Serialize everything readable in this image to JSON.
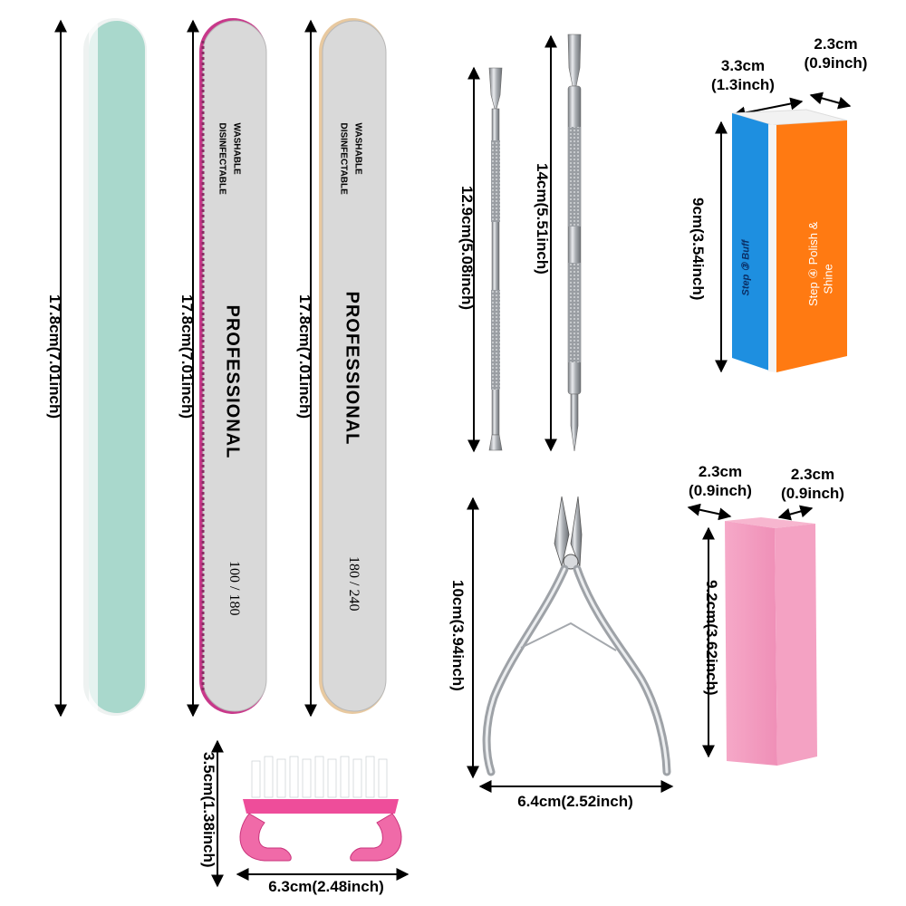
{
  "items": {
    "green_file": {
      "dimension": "17.8cm(7.01inch)"
    },
    "file_100_180": {
      "dimension": "17.8cm(7.01inch)",
      "washable": "WASHABLE",
      "disinfectable": "DISINFECTABLE",
      "brand": "PROFESSIONAL",
      "grit": "100 / 180"
    },
    "file_180_240": {
      "dimension": "17.8cm(7.01inch)",
      "washable": "WASHABLE",
      "disinfectable": "DISINFECTABLE",
      "brand": "PROFESSIONAL",
      "grit": "180 / 240"
    },
    "pusher_short": {
      "dimension": "12.9cm(5.08inch)"
    },
    "pusher_long": {
      "dimension": "14cm(5.51inch)"
    },
    "buffer_block": {
      "width": "3.3cm",
      "width_in": "(1.3inch)",
      "depth": "2.3cm",
      "depth_in": "(0.9inch)",
      "height": "9cm(3.54inch)",
      "side_text": "Step ③ Buff",
      "front_text_1": "Step ④ Polish &",
      "front_text_2": "Shine"
    },
    "nipper": {
      "height": "10cm(3.94inch)",
      "width": "6.4cm(2.52inch)"
    },
    "pink_block": {
      "width": "2.3cm",
      "width_in": "(0.9inch)",
      "depth": "2.3cm",
      "depth_in": "(0.9inch)",
      "height": "9.2cm(3.62inch)"
    },
    "brush": {
      "height": "3.5cm(1.38inch)",
      "width": "6.3cm(2.48inch)"
    }
  },
  "colors": {
    "green_file": "#a9d8cc",
    "file_edge_pink": "#c8388a",
    "file_edge_tan": "#e8c9a0",
    "file_face": "#d9d9d9",
    "buffer_blue": "#1e8fe0",
    "buffer_orange": "#ff7a12",
    "pink_block": "#f29abe",
    "brush_pink": "#ee4d9a",
    "steel": "#b9bcc0"
  }
}
